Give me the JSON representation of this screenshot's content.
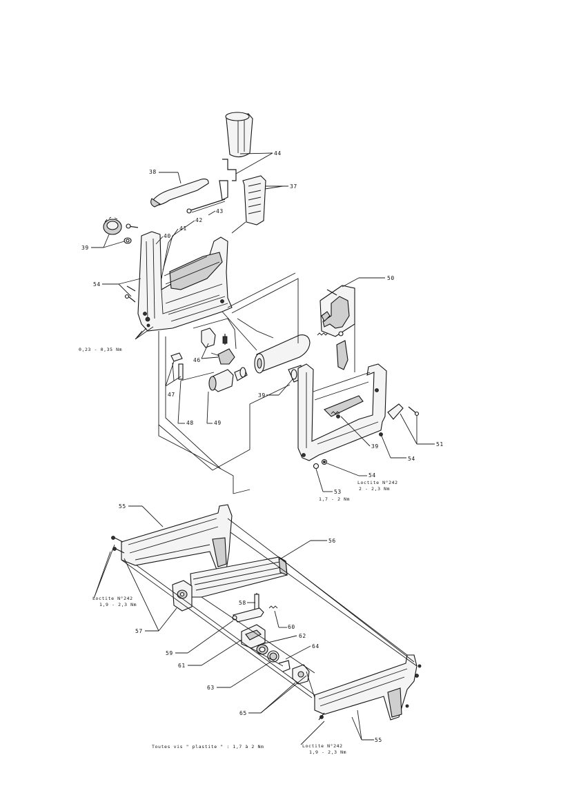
{
  "callouts": {
    "c44": "44",
    "c37": "37",
    "c38": "38",
    "c43": "43",
    "c42": "42",
    "c41": "41",
    "c40": "40",
    "c39a": "39",
    "c54a": "54",
    "c50": "50",
    "c46": "46",
    "c47": "47",
    "c48": "48",
    "c49": "49",
    "c39b": "39",
    "c39c": "39",
    "c54b": "54",
    "c51": "51",
    "c54c": "54",
    "c53": "53",
    "c55a": "55",
    "c56": "56",
    "c58": "58",
    "c60": "60",
    "c57": "57",
    "c62": "62",
    "c64": "64",
    "c59": "59",
    "c61": "61",
    "c63": "63",
    "c65": "65",
    "c55b": "55"
  },
  "notes": {
    "torque_upper_left": "0,23 - 0,35 Nm",
    "loctite_right_1": "Loctite N°242",
    "loctite_right_2": "2 - 2,3 Nm",
    "torque_53": "1,7 - 2 Nm",
    "loctite_left_1": "Loctite N°242",
    "loctite_left_2": "1,9 - 2,3 Nm",
    "loctite_bottom_1": "Loctite N°242",
    "loctite_bottom_2": "1,9 - 2,3 Nm",
    "footer": "Toutes vis \" plastite \" : 1,7 à 2 Nm"
  }
}
